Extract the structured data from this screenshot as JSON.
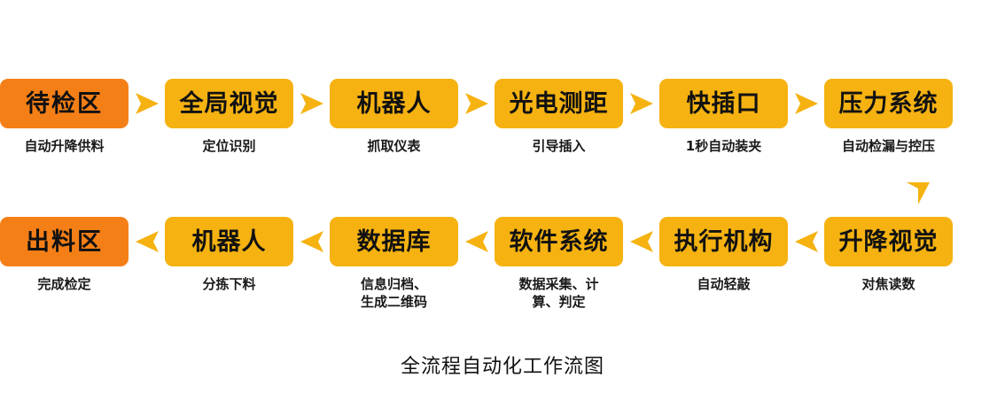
{
  "diagram": {
    "caption": "全流程自动化工作流图",
    "colors": {
      "accent_orange": "#F57F17",
      "node_yellow": "#F5B211",
      "arrow_yellow": "#F5B211",
      "text_dark": "#111111",
      "background": "#FFFFFF"
    },
    "row_forward": {
      "direction": "left-to-right",
      "connector_icon": "arrow-right-icon",
      "nodes": [
        {
          "title": "待检区",
          "subtitle": "自动升降供料",
          "accent": true
        },
        {
          "title": "全局视觉",
          "subtitle": "定位识别",
          "accent": false
        },
        {
          "title": "机器人",
          "subtitle": "抓取仪表",
          "accent": false
        },
        {
          "title": "光电测距",
          "subtitle": "引导插入",
          "accent": false
        },
        {
          "title": "快插口",
          "subtitle": "1秒自动装夹",
          "accent": false
        },
        {
          "title": "压力系统",
          "subtitle": "自动检漏与控压",
          "accent": false
        }
      ]
    },
    "down_connector": {
      "icon": "arrow-down-icon",
      "from": "压力系统",
      "to": "升降视觉"
    },
    "row_return": {
      "direction": "right-to-left",
      "connector_icon": "arrow-left-icon",
      "nodes": [
        {
          "title": "出料区",
          "subtitle": "完成检定",
          "accent": true
        },
        {
          "title": "机器人",
          "subtitle": "分拣下料",
          "accent": false
        },
        {
          "title": "数据库",
          "subtitle": "信息归档、\n生成二维码",
          "accent": false
        },
        {
          "title": "软件系统",
          "subtitle": "数据采集、计\n算、判定",
          "accent": false
        },
        {
          "title": "执行机构",
          "subtitle": "自动轻敲",
          "accent": false
        },
        {
          "title": "升降视觉",
          "subtitle": "对焦读数",
          "accent": false
        }
      ]
    }
  }
}
